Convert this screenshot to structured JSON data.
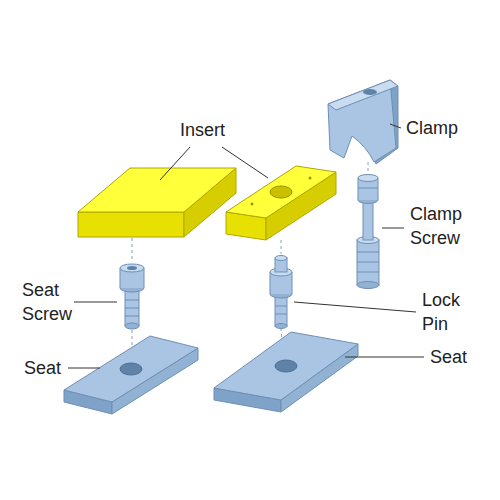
{
  "diagram": {
    "labels": [
      "Insert",
      "Clamp",
      "Clamp Screw",
      "Seat Screw",
      "Lock Pin",
      "Seat",
      "Seat"
    ]
  }
}
